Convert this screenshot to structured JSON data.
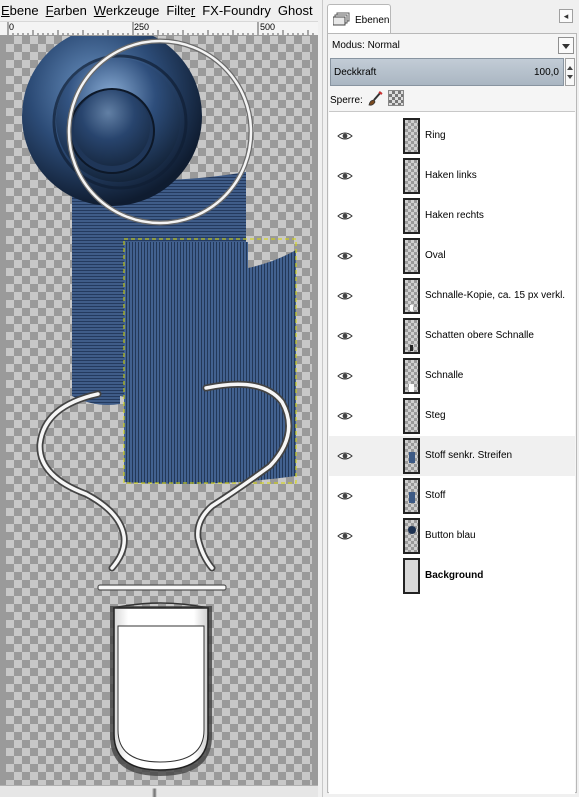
{
  "menubar": {
    "items": [
      {
        "label": "Ebene",
        "ul": "E",
        "rest": "bene"
      },
      {
        "label": "Farben",
        "ul": "F",
        "rest": "arben"
      },
      {
        "label": "Werkzeuge",
        "ul": "W",
        "rest": "erkzeuge"
      },
      {
        "label": "Filter",
        "ul": "",
        "pre": "Filte",
        "ulTail": "r"
      },
      {
        "label": "FX-Foundry",
        "ul": "",
        "pre": "FX-Foundry",
        "ulTail": ""
      },
      {
        "label": "Ghost",
        "ul": "",
        "pre": "Ghost",
        "ulTail": ""
      }
    ]
  },
  "ruler": {
    "labels": [
      "0",
      "250",
      "500"
    ]
  },
  "dock": {
    "tab_label": "Ebenen",
    "mode_label": "Modus: Normal",
    "opacity_label": "Deckkraft",
    "opacity_value": "100,0",
    "opacity_fraction": 1.0,
    "lock_label": "Sperre:"
  },
  "layers": [
    {
      "name": "Ring",
      "visible": true,
      "selected": false,
      "bold": false,
      "thumb": "empty"
    },
    {
      "name": "Haken links",
      "visible": true,
      "selected": false,
      "bold": false,
      "thumb": "empty"
    },
    {
      "name": "Haken rechts",
      "visible": true,
      "selected": false,
      "bold": false,
      "thumb": "empty"
    },
    {
      "name": "Oval",
      "visible": true,
      "selected": false,
      "bold": false,
      "thumb": "empty"
    },
    {
      "name": "Schnalle-Kopie, ca. 15 px verkl.",
      "visible": true,
      "selected": false,
      "bold": false,
      "thumb": "white-bottom"
    },
    {
      "name": "Schatten obere Schnalle",
      "visible": true,
      "selected": false,
      "bold": false,
      "thumb": "dark-bottom"
    },
    {
      "name": "Schnalle",
      "visible": true,
      "selected": false,
      "bold": false,
      "thumb": "white-bottom-large"
    },
    {
      "name": "Steg",
      "visible": true,
      "selected": false,
      "bold": false,
      "thumb": "empty"
    },
    {
      "name": "Stoff senkr. Streifen",
      "visible": true,
      "selected": true,
      "bold": false,
      "thumb": "blue-block"
    },
    {
      "name": "Stoff",
      "visible": true,
      "selected": false,
      "bold": false,
      "thumb": "blue-block"
    },
    {
      "name": "Button blau",
      "visible": true,
      "selected": false,
      "bold": false,
      "thumb": "button"
    },
    {
      "name": "Background",
      "visible": false,
      "selected": false,
      "bold": true,
      "thumb": "plain"
    }
  ],
  "colors": {
    "fabric": "#3d5a85",
    "fabric_stripe": "#2a3f63",
    "button_dark": "#1d3150",
    "button_light": "#5f86b4",
    "selection": "#d8d800"
  },
  "icons": {
    "tab": "layers-icon",
    "close": "close-icon",
    "dropdown": "chevron-down-icon",
    "lock_paint": "paintbrush-icon",
    "lock_alpha": "checkerboard-icon",
    "visibility": "eye-icon"
  }
}
